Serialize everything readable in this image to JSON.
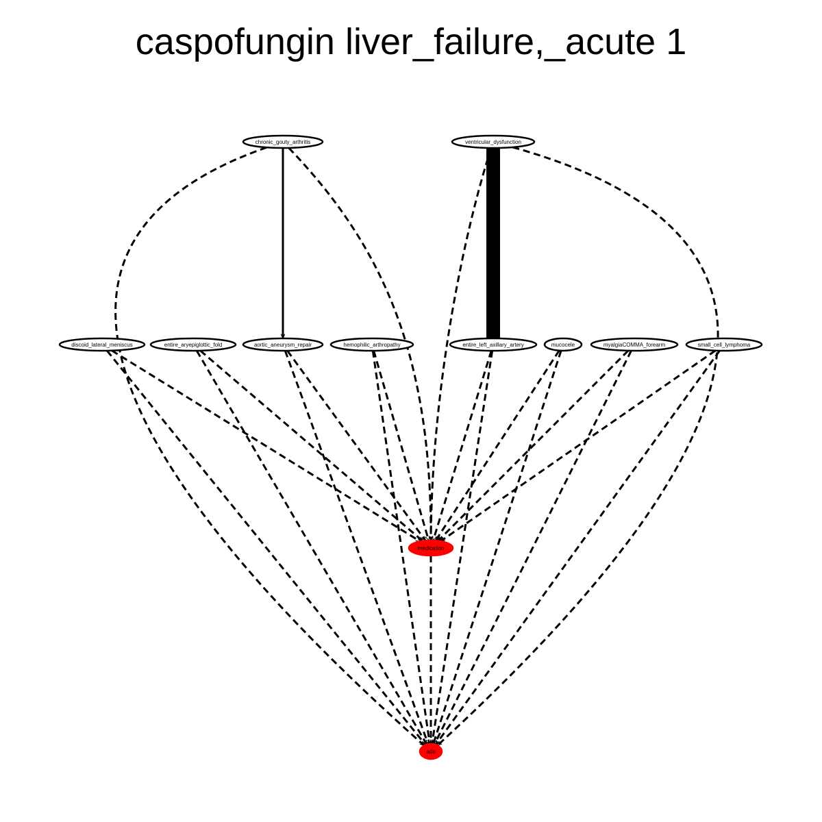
{
  "title": "caspofungin liver_failure,_acute 1",
  "colors": {
    "background": "#ffffff",
    "outcome_fill": "#ff0000",
    "node_fill": "#ffffff",
    "stroke": "#000000"
  },
  "nodes": [
    {
      "id": "chronic_gouty_arthritis",
      "label": "chronic_gouty_arthritis",
      "fill": "white"
    },
    {
      "id": "ventricular_dysfunction",
      "label": "ventricular_dysfunction",
      "fill": "white"
    },
    {
      "id": "discoid_lateral_meniscus",
      "label": "discoid_lateral_meniscus",
      "fill": "white"
    },
    {
      "id": "entire_aryepiglottic_fold",
      "label": "entire_aryepiglottic_fold",
      "fill": "white"
    },
    {
      "id": "aortic_aneurysm_repair",
      "label": "aortic_aneurysm_repair",
      "fill": "white"
    },
    {
      "id": "hemophilic_arthropathy",
      "label": "hemophilic_arthropathy",
      "fill": "white"
    },
    {
      "id": "entire_left_axillary_artery",
      "label": "entire_left_axillary_artery",
      "fill": "white"
    },
    {
      "id": "mucocele",
      "label": "mucocele",
      "fill": "white"
    },
    {
      "id": "myalgiaCOMMA_forearm",
      "label": "myalgiaCOMMA_forearm",
      "fill": "white"
    },
    {
      "id": "small_cell_lymphoma",
      "label": "small_cell_lymphoma",
      "fill": "white"
    },
    {
      "id": "medication",
      "label": "medication",
      "fill": "red"
    },
    {
      "id": "ade",
      "label": "ade",
      "fill": "red"
    }
  ],
  "edges": [
    {
      "from": "chronic_gouty_arthritis",
      "to": "aortic_aneurysm_repair",
      "style": "solid",
      "weight": 1
    },
    {
      "from": "ventricular_dysfunction",
      "to": "entire_left_axillary_artery",
      "style": "solid",
      "weight": 5
    },
    {
      "from": "chronic_gouty_arthritis",
      "to": "medication",
      "style": "dashed",
      "weight": 1
    },
    {
      "from": "chronic_gouty_arthritis",
      "to": "ade",
      "style": "dashed",
      "weight": 1
    },
    {
      "from": "ventricular_dysfunction",
      "to": "medication",
      "style": "dashed",
      "weight": 1
    },
    {
      "from": "ventricular_dysfunction",
      "to": "ade",
      "style": "dashed",
      "weight": 1
    },
    {
      "from": "discoid_lateral_meniscus",
      "to": "medication",
      "style": "dashed",
      "weight": 1
    },
    {
      "from": "discoid_lateral_meniscus",
      "to": "ade",
      "style": "dashed",
      "weight": 1
    },
    {
      "from": "entire_aryepiglottic_fold",
      "to": "medication",
      "style": "dashed",
      "weight": 1
    },
    {
      "from": "entire_aryepiglottic_fold",
      "to": "ade",
      "style": "dashed",
      "weight": 1
    },
    {
      "from": "aortic_aneurysm_repair",
      "to": "medication",
      "style": "dashed",
      "weight": 1
    },
    {
      "from": "aortic_aneurysm_repair",
      "to": "ade",
      "style": "dashed",
      "weight": 1
    },
    {
      "from": "hemophilic_arthropathy",
      "to": "medication",
      "style": "dashed",
      "weight": 1
    },
    {
      "from": "hemophilic_arthropathy",
      "to": "ade",
      "style": "dashed",
      "weight": 1
    },
    {
      "from": "entire_left_axillary_artery",
      "to": "medication",
      "style": "dashed",
      "weight": 1
    },
    {
      "from": "entire_left_axillary_artery",
      "to": "ade",
      "style": "dashed",
      "weight": 1
    },
    {
      "from": "mucocele",
      "to": "medication",
      "style": "dashed",
      "weight": 1
    },
    {
      "from": "mucocele",
      "to": "ade",
      "style": "dashed",
      "weight": 1
    },
    {
      "from": "myalgiaCOMMA_forearm",
      "to": "medication",
      "style": "dashed",
      "weight": 1
    },
    {
      "from": "myalgiaCOMMA_forearm",
      "to": "ade",
      "style": "dashed",
      "weight": 1
    },
    {
      "from": "small_cell_lymphoma",
      "to": "medication",
      "style": "dashed",
      "weight": 1
    },
    {
      "from": "small_cell_lymphoma",
      "to": "ade",
      "style": "dashed",
      "weight": 1
    },
    {
      "from": "medication",
      "to": "ade",
      "style": "dashed",
      "weight": 1
    }
  ]
}
